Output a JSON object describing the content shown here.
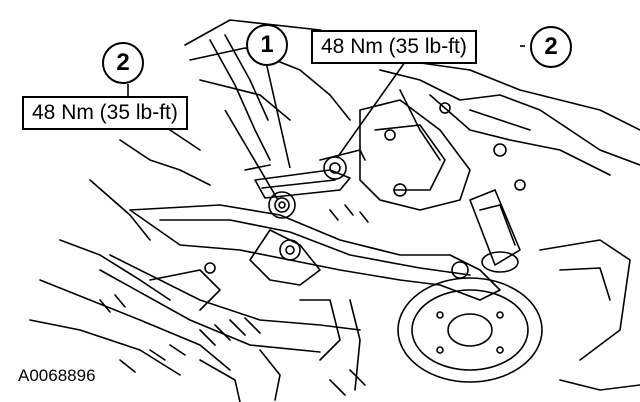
{
  "callouts": {
    "c1": "1",
    "c2_left": "2",
    "c2_right": "2"
  },
  "torque": {
    "left": "48 Nm (35 lb-ft)",
    "right": "48 Nm (35 lb-ft)"
  },
  "figure_id": "A0068896",
  "colors": {
    "line": "#000000",
    "background": "#ffffff"
  }
}
